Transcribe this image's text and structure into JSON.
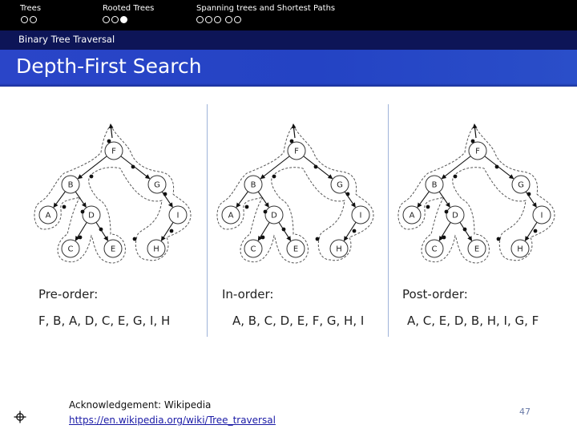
{
  "nav": {
    "sections": [
      {
        "label": "Trees",
        "dots": [
          false,
          false
        ]
      },
      {
        "label": "Rooted Trees",
        "dots": [
          false,
          false,
          true
        ]
      },
      {
        "label": "Spanning trees and Shortest Paths",
        "dots": [
          false,
          false,
          false,
          false,
          false
        ]
      }
    ]
  },
  "subsection": "Binary Tree Traversal",
  "title": "Depth-First Search",
  "tree": {
    "node_labels": {
      "F": "F",
      "B": "B",
      "G": "G",
      "A": "A",
      "D": "D",
      "I": "I",
      "C": "C",
      "E": "E",
      "H": "H"
    }
  },
  "orders": [
    {
      "heading": "Pre-order:",
      "sequence": "F, B, A, D, C, E, G, I, H"
    },
    {
      "heading": "In-order:",
      "sequence": "A, B, C, D, E, F, G, H, I"
    },
    {
      "heading": "Post-order:",
      "sequence": "A, C, E, D, B, H, I, G, F"
    }
  ],
  "footer": {
    "ack_label": "Acknowledgement: Wikipedia",
    "ack_link": "https://en.wikipedia.org/wiki/Tree_traversal",
    "page_number": "47",
    "nav_icon": "crosshair-icon"
  },
  "colors": {
    "topbar": "#000000",
    "subsection_band": "#0d1557",
    "title_band": "#2443c4",
    "link": "#1a1aa6",
    "divider": "#9fb3d9"
  }
}
